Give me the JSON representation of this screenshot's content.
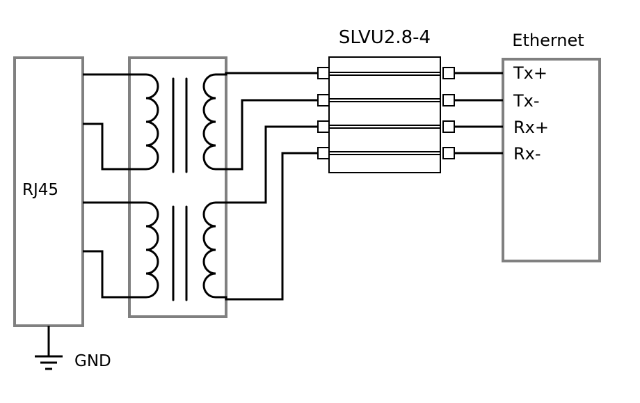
{
  "labels": {
    "rj45": "RJ45",
    "gnd": "GND",
    "tvs_part": "SLVU2.8-4",
    "ethernet": "Ethernet",
    "pins": [
      "Tx+",
      "Tx-",
      "Rx+",
      "Rx-"
    ]
  },
  "colors": {
    "box_outline": "#808080",
    "wire": "#000000",
    "text": "#000000"
  }
}
